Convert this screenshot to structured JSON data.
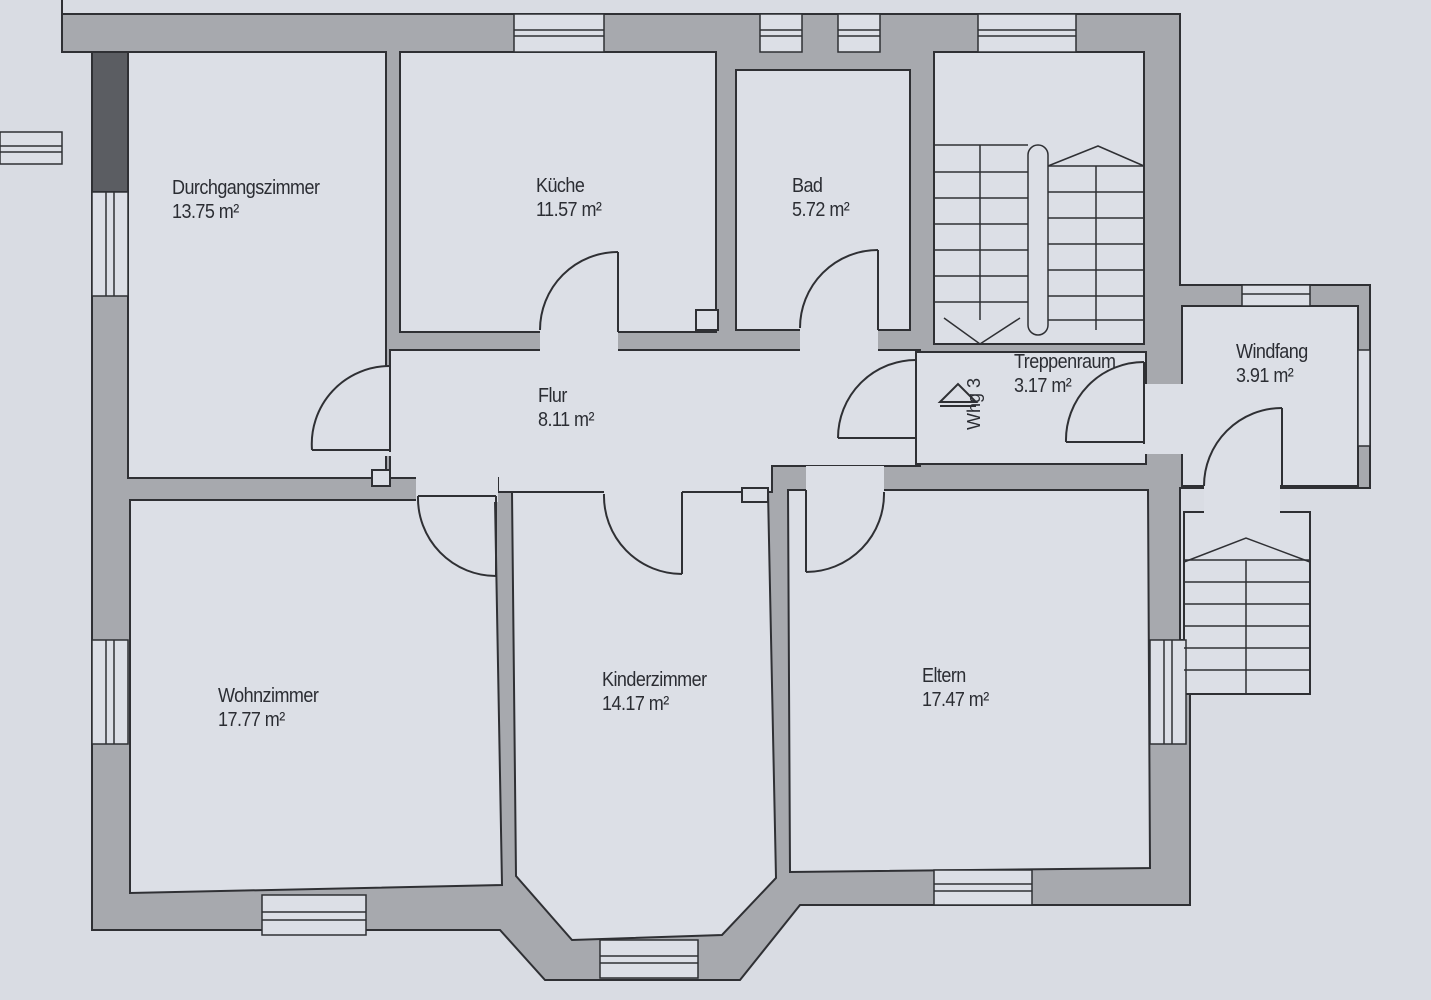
{
  "colors": {
    "paper": "#d9dce3",
    "room_fill": "#dcdfe6",
    "wall": "#a7a9ae",
    "wall_dark": "#7d7f84",
    "line": "#2f3034",
    "column": "#5b5d62"
  },
  "rooms": [
    {
      "id": "durchgangszimmer",
      "name": "Durchgangszimmer",
      "area": "13.75 m²"
    },
    {
      "id": "kueche",
      "name": "Küche",
      "area": "11.57 m²"
    },
    {
      "id": "bad",
      "name": "Bad",
      "area": "5.72 m²"
    },
    {
      "id": "flur",
      "name": "Flur",
      "area": "8.11 m²"
    },
    {
      "id": "treppenraum",
      "name": "Treppenraum",
      "area": "3.17 m²"
    },
    {
      "id": "windfang",
      "name": "Windfang",
      "area": "3.91 m²"
    },
    {
      "id": "wohnzimmer",
      "name": "Wohnzimmer",
      "area": "17.77 m²"
    },
    {
      "id": "kinderzimmer",
      "name": "Kinderzimmer",
      "area": "14.17 m²"
    },
    {
      "id": "eltern",
      "name": "Eltern",
      "area": "17.47 m²"
    }
  ],
  "unit_label": "Whg 3"
}
